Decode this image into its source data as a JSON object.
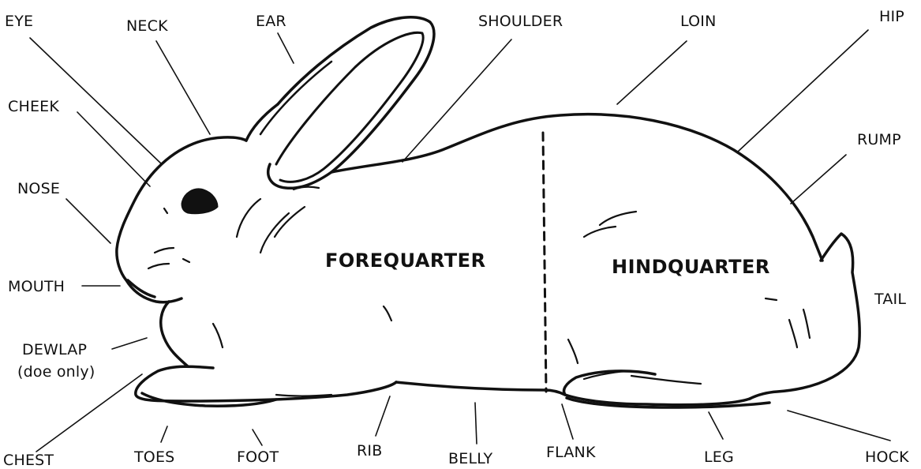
{
  "regions": {
    "forequarter": "FOREQUARTER",
    "hindquarter": "HINDQUARTER"
  },
  "labels": {
    "eye": "EYE",
    "neck": "NECK",
    "ear": "EAR",
    "shoulder": "SHOULDER",
    "loin": "LOIN",
    "hip": "HIP",
    "cheek": "CHEEK",
    "rump": "RUMP",
    "nose": "NOSE",
    "mouth": "MOUTH",
    "tail": "TAIL",
    "dewlap": "DEWLAP",
    "dewlap_note": "(doe only)",
    "chest": "CHEST",
    "toes": "TOES",
    "foot": "FOOT",
    "rib": "RIB",
    "belly": "BELLY",
    "flank": "FLANK",
    "leg": "LEG",
    "hock": "HOCK"
  },
  "colors": {
    "ink": "#111111",
    "background": "#ffffff"
  }
}
